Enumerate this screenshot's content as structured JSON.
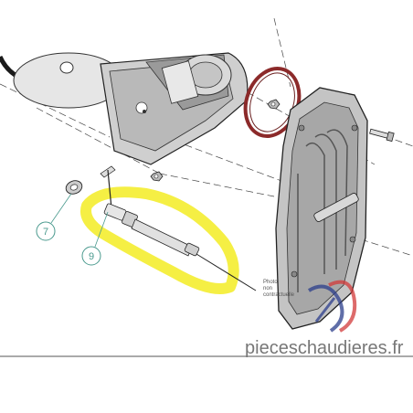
{
  "callouts": [
    {
      "number": "7"
    },
    {
      "number": "9"
    }
  ],
  "photo_note": {
    "line1": "Photo",
    "line2": "non",
    "line3": "contractuelle"
  },
  "watermark": "pieceschaudieres.fr",
  "colors": {
    "highlight": "#f4ee3a",
    "callout": "#4a9a8e",
    "gasket": "#8c2a2a",
    "line": "#2a2a2a",
    "logo_red": "#d23a3a",
    "logo_blue": "#2c3e8c"
  }
}
